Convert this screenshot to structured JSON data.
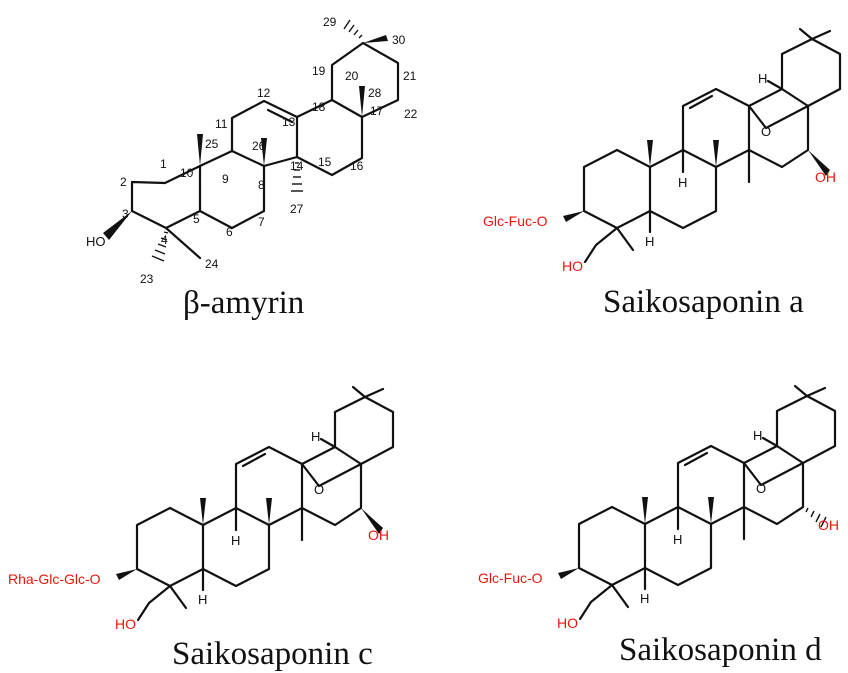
{
  "compounds": [
    {
      "id": "beta-amyrin",
      "name": "β-amyrin"
    },
    {
      "id": "saikosaponin-a",
      "name": "Saikosaponin a",
      "sugar": "Glc-Fuc-O",
      "hydroxyl": "OH",
      "hydroxymethyl": "HO"
    },
    {
      "id": "saikosaponin-c",
      "name": "Saikosaponin c",
      "sugar": "Rha-Glc-Glc-O",
      "hydroxyl": "OH",
      "hydroxymethyl": "HO"
    },
    {
      "id": "saikosaponin-d",
      "name": "Saikosaponin d",
      "sugar": "Glc-Fuc-O",
      "hydroxyl": "OH",
      "hydroxymethyl": "HO"
    }
  ],
  "amyrin_hydroxyl": "HO",
  "atom_h": "H",
  "atom_o": "O",
  "carbon_numbers": [
    "1",
    "2",
    "3",
    "4",
    "5",
    "6",
    "7",
    "8",
    "9",
    "10",
    "11",
    "12",
    "13",
    "14",
    "15",
    "16",
    "17",
    "18",
    "19",
    "20",
    "21",
    "22",
    "23",
    "24",
    "25",
    "26",
    "27",
    "28",
    "29",
    "30"
  ],
  "colors": {
    "substituent": "#e8160c",
    "bond": "#111111"
  }
}
